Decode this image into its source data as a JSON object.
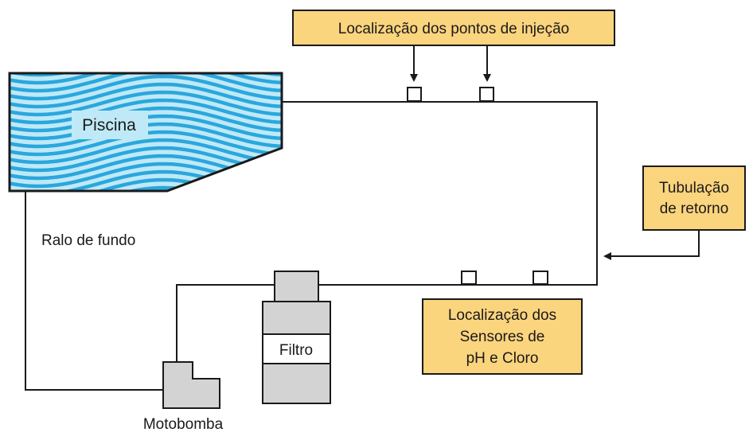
{
  "labels": {
    "injection_points": "Localização dos pontos de injeção",
    "pool": "Piscina",
    "return_pipe_line1": "Tubulação",
    "return_pipe_line2": "de retorno",
    "bottom_drain": "Ralo de fundo",
    "filter": "Filtro",
    "pump": "Motobomba",
    "sensors_line1": "Localização dos",
    "sensors_line2": "Sensores de",
    "sensors_line3": "pH e Cloro"
  },
  "colors": {
    "callout_fill": "#fbd47e",
    "water_light": "#bfe9f7",
    "water_wave": "#2aa7dd",
    "component_gray": "#d3d3d3",
    "line": "#1a1a1a"
  }
}
